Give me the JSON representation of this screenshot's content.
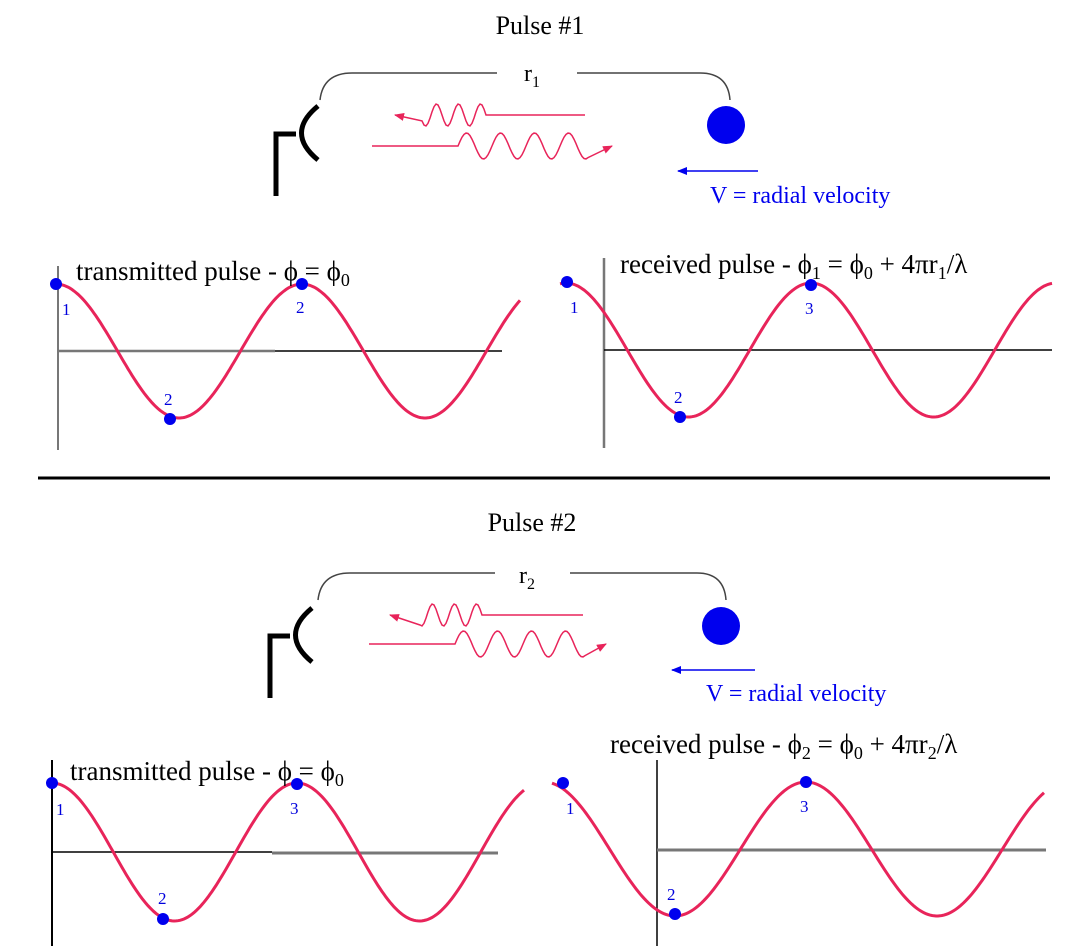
{
  "colors": {
    "wave": "#e8245a",
    "point": "#0000ee",
    "velocity": "#0000ee",
    "axis": "#000000",
    "axis_gray": "#777777"
  },
  "panels": [
    {
      "title": "Pulse #1",
      "range": {
        "symbol": "r",
        "sub": "1"
      },
      "velocity_label": "V = radial velocity",
      "transmitted": {
        "label": "transmitted pulse - ϕ = ϕ",
        "label_sub": "0",
        "point_labels": [
          "1",
          "2",
          "2"
        ]
      },
      "received": {
        "parts": [
          {
            "t": "received pulse - ϕ"
          },
          {
            "t": "1",
            "sub": true
          },
          {
            "t": " = ϕ"
          },
          {
            "t": "0",
            "sub": true
          },
          {
            "t": " + 4πr"
          },
          {
            "t": "1",
            "sub": true
          },
          {
            "t": "/λ"
          }
        ],
        "point_labels": [
          "1",
          "2",
          "3"
        ]
      }
    },
    {
      "title": "Pulse #2",
      "range": {
        "symbol": "r",
        "sub": "2"
      },
      "velocity_label": "V = radial velocity",
      "transmitted": {
        "label": "transmitted pulse - ϕ = ϕ",
        "label_sub": "0",
        "point_labels": [
          "1",
          "2",
          "3"
        ]
      },
      "received": {
        "parts": [
          {
            "t": "received pulse - ϕ"
          },
          {
            "t": "2",
            "sub": true
          },
          {
            "t": " = ϕ"
          },
          {
            "t": "0",
            "sub": true
          },
          {
            "t": " + 4πr"
          },
          {
            "t": "2",
            "sub": true
          },
          {
            "t": "/λ"
          }
        ],
        "point_labels": [
          "1",
          "2",
          "3"
        ]
      }
    }
  ]
}
